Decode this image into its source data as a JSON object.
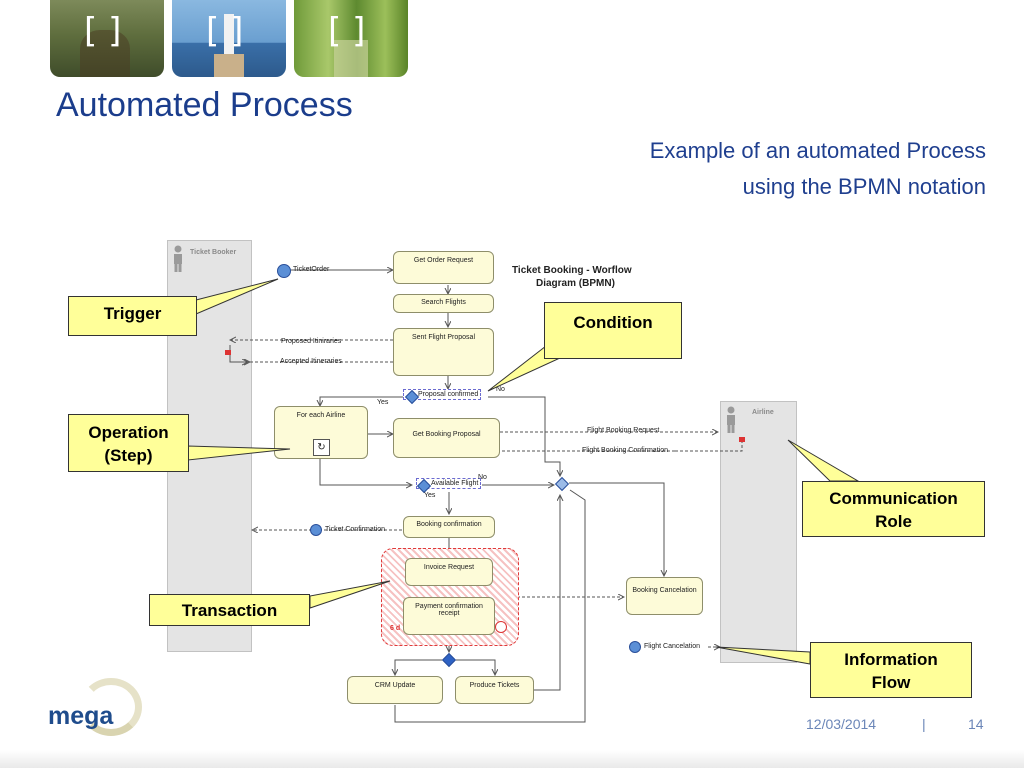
{
  "slide": {
    "title": "Automated Process",
    "subtitle_line1": "Example of an automated Process",
    "subtitle_line2": "using the BPMN notation"
  },
  "header": {
    "tile_bracket": "[  ]"
  },
  "diagram": {
    "title_line1": "Ticket Booking - Worflow",
    "title_line2": "Diagram (BPMN)",
    "lanes": {
      "ticket_booker": "Ticket Booker",
      "airline": "Airline"
    },
    "tasks": {
      "get_order_request": "Get Order Request",
      "search_flights": "Search Flights",
      "sent_flight_proposal": "Sent Flight Proposal",
      "for_each_airline": "For each Airline",
      "get_booking_proposal": "Get Booking Proposal",
      "booking_confirmation": "Booking confirmation",
      "invoice_request": "Invoice Request",
      "payment_confirmation_receipt": "Payment confirmation receipt",
      "booking_cancelation": "Booking Cancelation",
      "crm_update": "CRM Update",
      "produce_tickets": "Produce Tickets"
    },
    "flows": {
      "ticket_order": "TicketOrder",
      "proposed_itineraries": "Proposed Itiniraries",
      "accepted_itineraries": "Accepted Itineraries",
      "flight_booking_request": "Flight Booking Request",
      "flight_booking_confirmation": "Flight Booking Confirmation",
      "ticket_confirmation": "Ticket Confirmation",
      "flight_cancelation": "Flight Cancelation"
    },
    "gateways": {
      "proposal_confirmed": "Proposal confirmed",
      "available_flight": "Available Flight"
    },
    "branch_labels": {
      "yes_1": "Yes",
      "no_1": "No",
      "yes_2": "Yes",
      "no_2": "No"
    },
    "transaction_timer": "6 d"
  },
  "callouts": {
    "trigger": "Trigger",
    "condition": "Condition",
    "operation_line1": "Operation",
    "operation_line2": "(Step)",
    "communication_line1": "Communication",
    "communication_line2": "Role",
    "transaction": "Transaction",
    "information_line1": "Information",
    "information_line2": "Flow"
  },
  "footer": {
    "logo_text": "mega",
    "date": "12/03/2014",
    "separator": "|",
    "page_number": "14"
  },
  "colors": {
    "title_blue": "#1b3d8c",
    "callout_fill": "#ffff99",
    "task_fill": "#fdfbd8",
    "event_blue": "#5b8fd6",
    "transaction_red": "#e03a3a"
  }
}
